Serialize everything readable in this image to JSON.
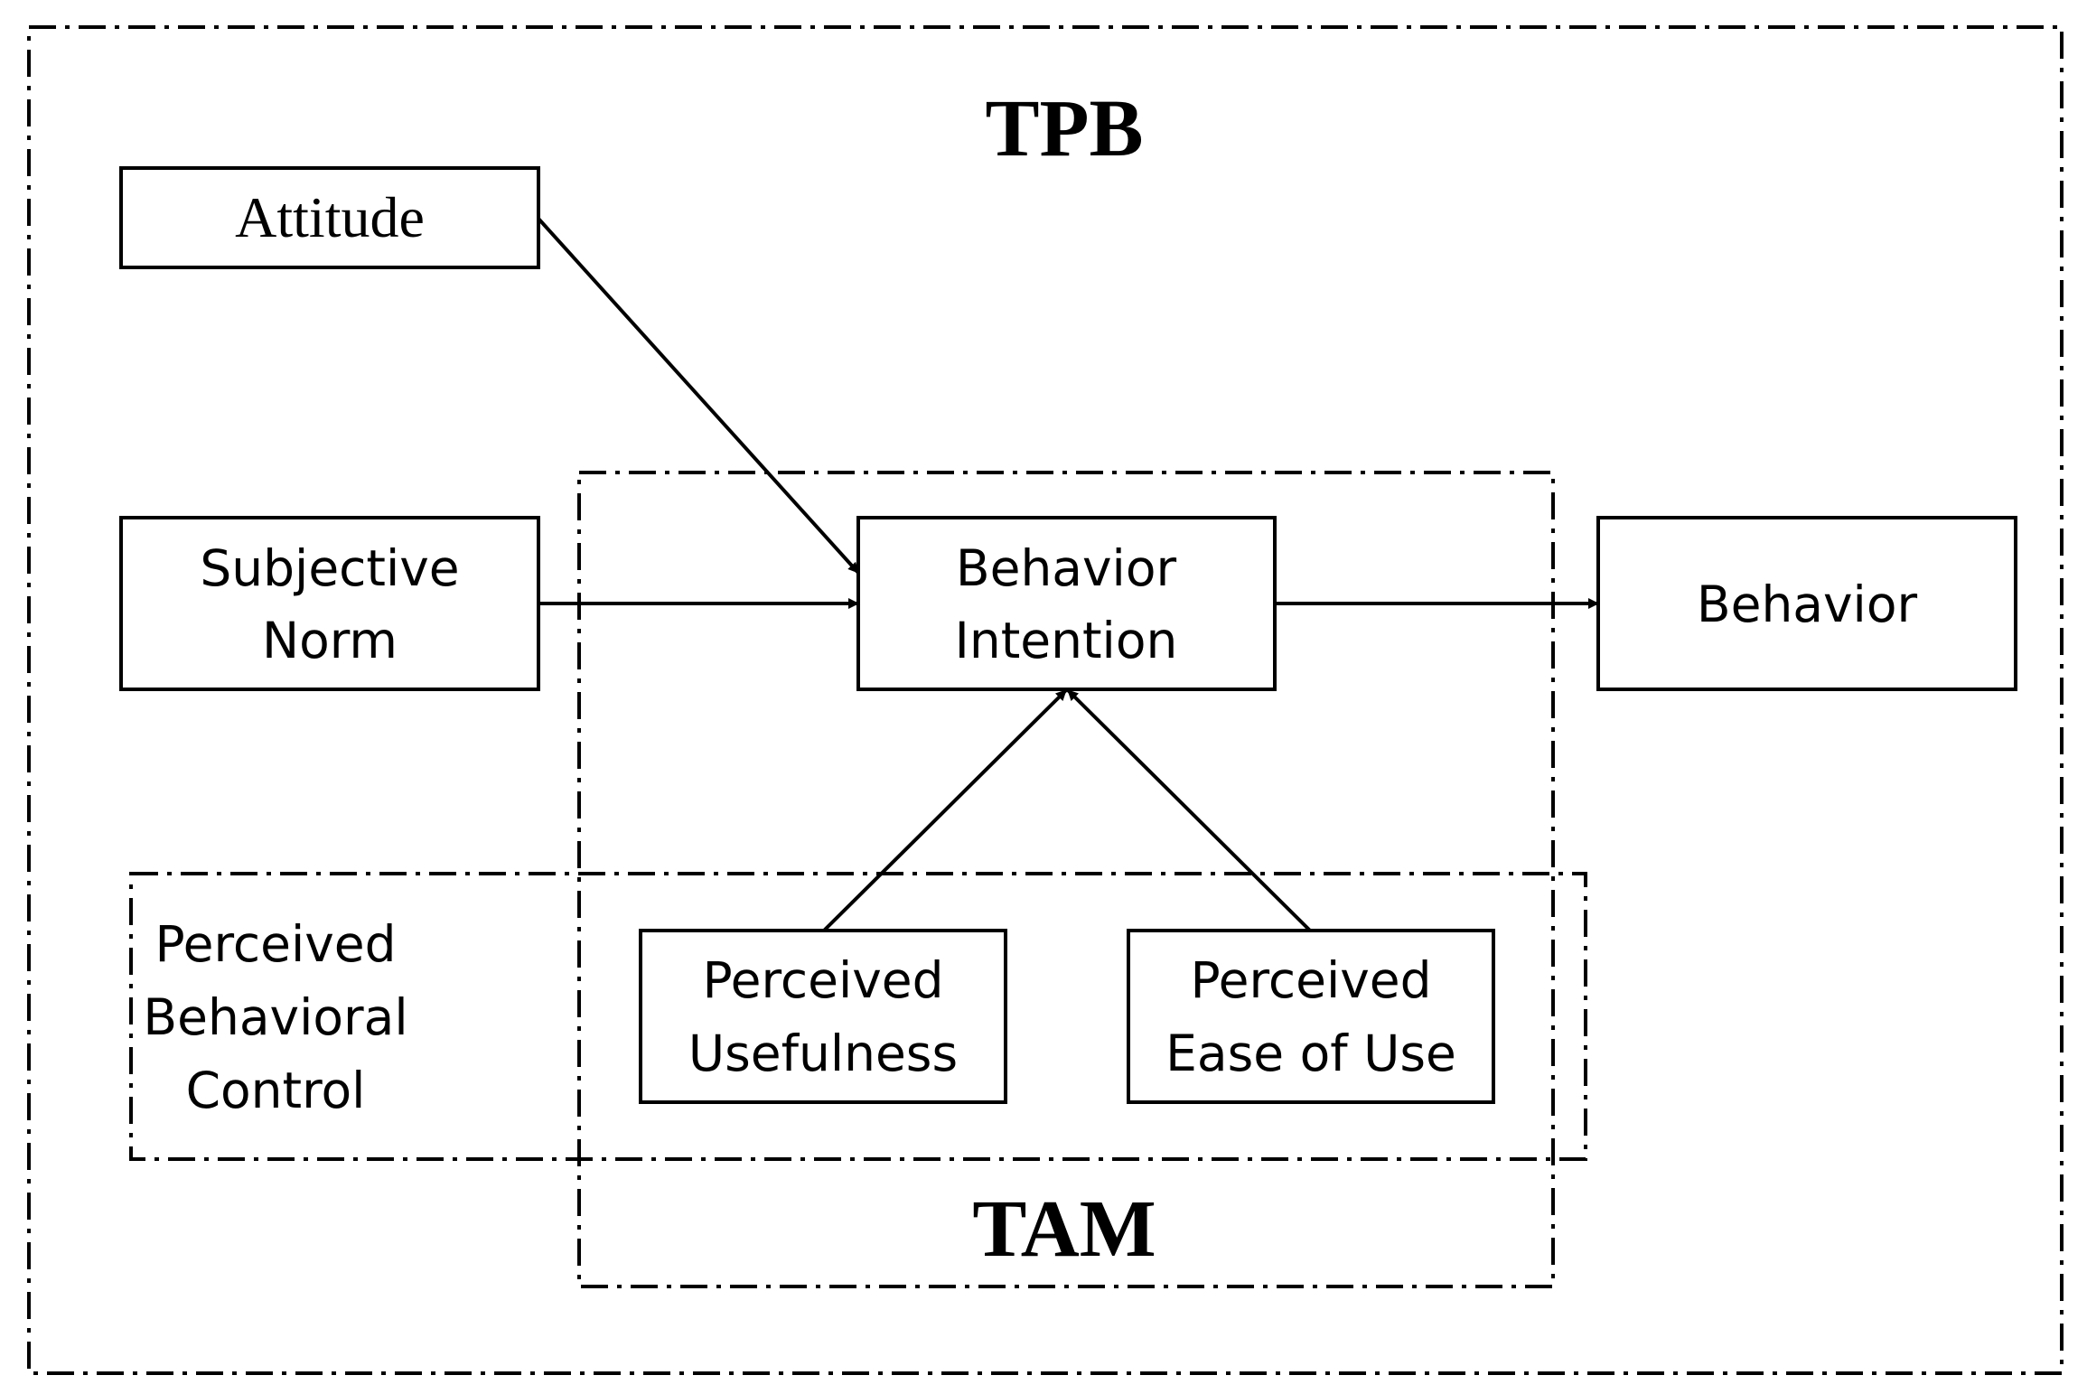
{
  "regions": {
    "tpb": {
      "title": "TPB"
    },
    "tam": {
      "title": "TAM"
    }
  },
  "nodes": {
    "attitude": {
      "lines": [
        "Attitude"
      ]
    },
    "subjective_norm": {
      "lines": [
        "Subjective",
        "Norm"
      ]
    },
    "behavior_intention": {
      "lines": [
        "Behavior",
        "Intention"
      ]
    },
    "behavior": {
      "lines": [
        "Behavior"
      ]
    },
    "perceived_behavioral_control": {
      "lines": [
        "Perceived",
        "Behavioral",
        "Control"
      ]
    },
    "perceived_usefulness": {
      "lines": [
        "Perceived",
        "Usefulness"
      ]
    },
    "perceived_ease_of_use": {
      "lines": [
        "Perceived",
        "Ease of Use"
      ]
    }
  },
  "edges": [
    {
      "from": "Attitude",
      "to": "Behavior Intention"
    },
    {
      "from": "Subjective Norm",
      "to": "Behavior Intention"
    },
    {
      "from": "Behavior Intention",
      "to": "Behavior"
    },
    {
      "from": "Perceived Usefulness",
      "to": "Behavior Intention"
    },
    {
      "from": "Perceived Ease of Use",
      "to": "Behavior Intention"
    }
  ],
  "colors": {
    "stroke": "#000000",
    "background": "#ffffff"
  }
}
